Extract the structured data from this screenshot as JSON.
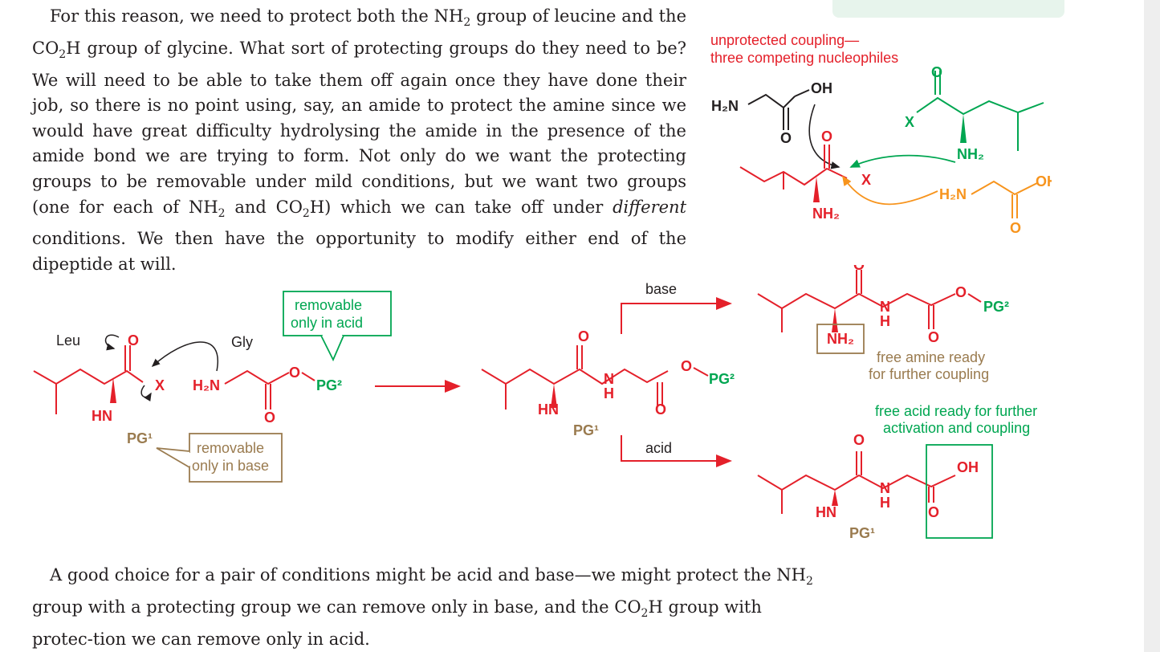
{
  "paragraph1": {
    "lead": "For this reason, we need to protect both the NH",
    "lead_sub": "2",
    "lead_2": " group of leucine and the ",
    "co2h_a": "CO",
    "co2h_a_sub": "2",
    "co2h_a_rest": "H group of glycine. What sort of protecting groups do they need to be? We will need to be able to take them off again once they have done their job, so there is no point using, say, an amide to protect the amine since we would have great difficulty hydrolysing the amide in the presence of the amide bond we are trying to form. Not only do we want the protecting groups to be removable under mild conditions, but we want two groups (one for each of NH",
    "nh2_sub": "2",
    "and_co2h": " and CO",
    "and_co2h_sub": "2",
    "which": "H) which we can take off under ",
    "different": "different",
    "rest": " conditions. We then have the opportunity to modify either end of the dipeptide at will."
  },
  "paragraph2": {
    "a": "A good choice for a pair of conditions might be acid and base—we might protect the NH",
    "a_sub": "2",
    "b": " group with a protecting group we can remove only in base, and the CO",
    "b_sub": "2",
    "c": "H group with protec-tion we can remove only in acid."
  },
  "scheme_top": {
    "caption_line1": "unprotected coupling—",
    "caption_line2": "three competing nucleophiles",
    "h2n": "H₂N",
    "oh": "OH",
    "o": "O",
    "x": "X",
    "nh2": "NH₂",
    "colors": {
      "red": "#e4202a",
      "green": "#00a651",
      "orange": "#f7941d",
      "black": "#231f20"
    }
  },
  "scheme_bottom": {
    "leu": "Leu",
    "gly": "Gly",
    "removable_acid_1": "removable",
    "removable_acid_2": "only in acid",
    "removable_base_1": "removable",
    "removable_base_2": "only in base",
    "hn": "HN",
    "pg1": "PG¹",
    "pg2": "PG²",
    "x": "X",
    "o": "O",
    "n": "N",
    "h": "H",
    "h2n": "H₂N",
    "nh2": "NH₂",
    "oh": "OH",
    "base": "base",
    "acid": "acid",
    "free_amine_1": "free amine ready",
    "free_amine_2": "for further coupling",
    "free_acid_1": "free acid ready for further",
    "free_acid_2": "activation and coupling",
    "colors": {
      "red": "#e4202a",
      "green": "#00a651",
      "brown": "#9a7b4f",
      "black": "#231f20"
    }
  }
}
